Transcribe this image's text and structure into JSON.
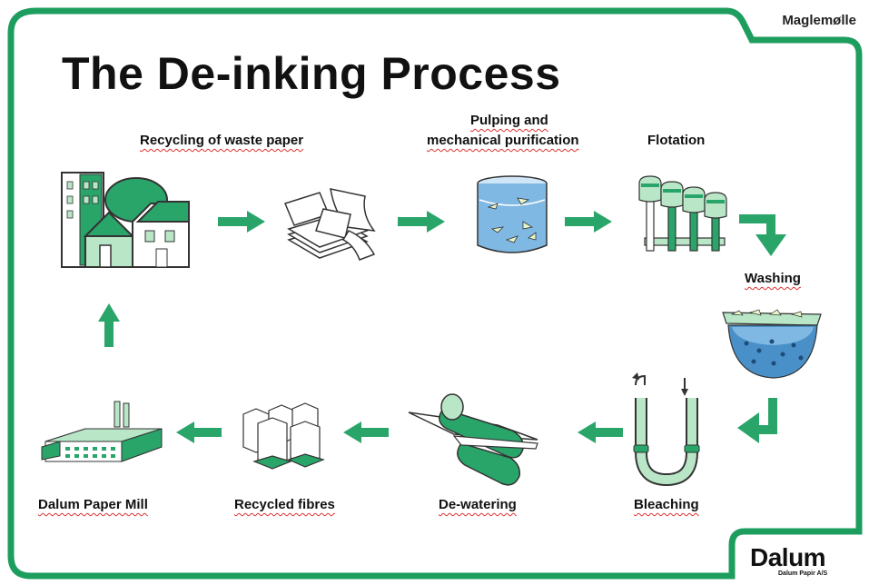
{
  "title": "The De-inking Process",
  "brand_top": "Maglemølle",
  "brand_bottom": "Dalum",
  "brand_sub": "Dalum Papir A/S",
  "colors": {
    "frame": "#1e9e5e",
    "accent": "#2aa56a",
    "light": "#b9e6c7",
    "water": "#4a90c8"
  },
  "steps": {
    "recycling": "Recycling of waste paper",
    "pulping_1": "Pulping and",
    "pulping_2": "mechanical purification",
    "flotation": "Flotation",
    "washing": "Washing",
    "bleaching": "Bleaching",
    "dewatering": "De-watering",
    "fibres": "Recycled fibres",
    "mill": "Dalum Paper Mill"
  }
}
